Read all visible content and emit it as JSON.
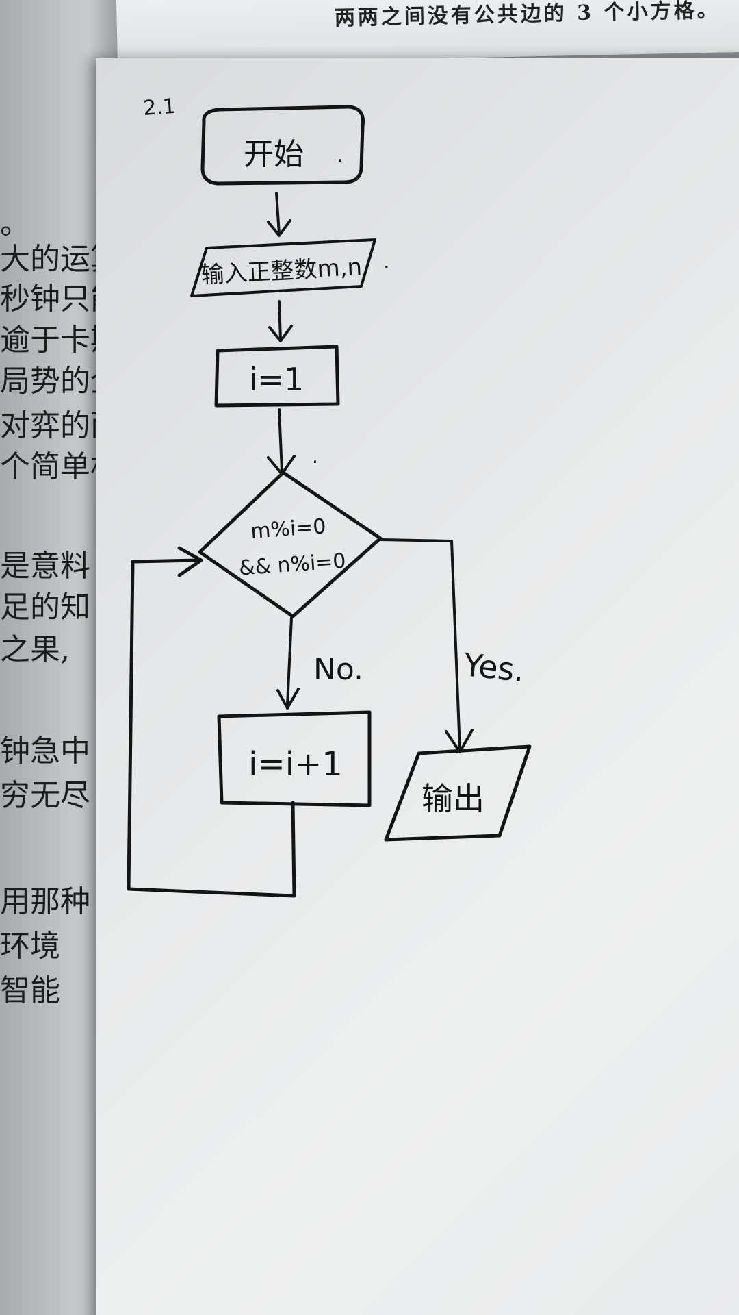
{
  "page_header": {
    "top_text": "两两之间没有公共边的 3 个小方格。"
  },
  "left_page": {
    "lines": [
      "。",
      "大的运算",
      "秒钟只能",
      "逾于卡斯",
      "局势的全",
      "对弈的两",
      "个简单机",
      "是意料",
      "足的知",
      "之果,",
      "钟急中",
      "穷无尽",
      "用那种",
      "环境",
      "智能"
    ]
  },
  "flowchart": {
    "section_label": "2.1",
    "start_label": "开始",
    "input_label": "输入正整数m,n",
    "init_label": "i=1",
    "condition_line1": "m%i=0",
    "condition_line2": "&& n%i=0",
    "no_label": "No.",
    "yes_label": "Yes.",
    "increment_label": "i=i+1",
    "output_label": "输出"
  },
  "colors": {
    "ink": "#141414",
    "paper": "#e8e9ea",
    "background": "#8e9296"
  }
}
